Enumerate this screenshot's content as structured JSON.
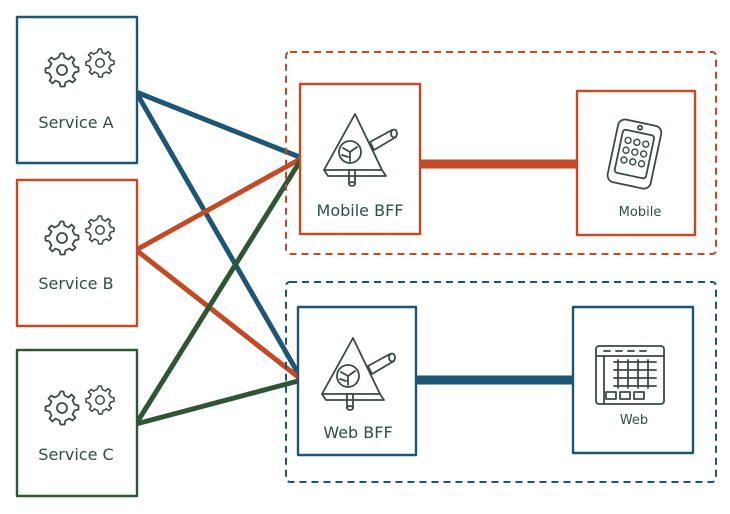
{
  "services": [
    {
      "label": "Service A",
      "color": "#1d5675"
    },
    {
      "label": "Service B",
      "color": "#c24a27"
    },
    {
      "label": "Service C",
      "color": "#2f5534"
    }
  ],
  "bffs": [
    {
      "label": "Mobile BFF",
      "color": "#c24a27"
    },
    {
      "label": "Web BFF",
      "color": "#1d5675"
    }
  ],
  "clients": [
    {
      "label": "Mobile",
      "color": "#c24a27",
      "icon": "phone-icon"
    },
    {
      "label": "Web",
      "color": "#1d5675",
      "icon": "browser-icon"
    }
  ],
  "connections": [
    {
      "from": "Service A",
      "to": "Mobile BFF",
      "color": "#1d5675"
    },
    {
      "from": "Service A",
      "to": "Web BFF",
      "color": "#1d5675"
    },
    {
      "from": "Service B",
      "to": "Mobile BFF",
      "color": "#c24a27"
    },
    {
      "from": "Service B",
      "to": "Web BFF",
      "color": "#c24a27"
    },
    {
      "from": "Service C",
      "to": "Mobile BFF",
      "color": "#2f5534"
    },
    {
      "from": "Service C",
      "to": "Web BFF",
      "color": "#2f5534"
    },
    {
      "from": "Mobile BFF",
      "to": "Mobile",
      "color": "#c24a27"
    },
    {
      "from": "Web BFF",
      "to": "Web",
      "color": "#1d5675"
    }
  ],
  "colors": {
    "blue": "#1d5675",
    "orange": "#c24a27",
    "green": "#2f5534",
    "ink": "#3a4a44"
  }
}
